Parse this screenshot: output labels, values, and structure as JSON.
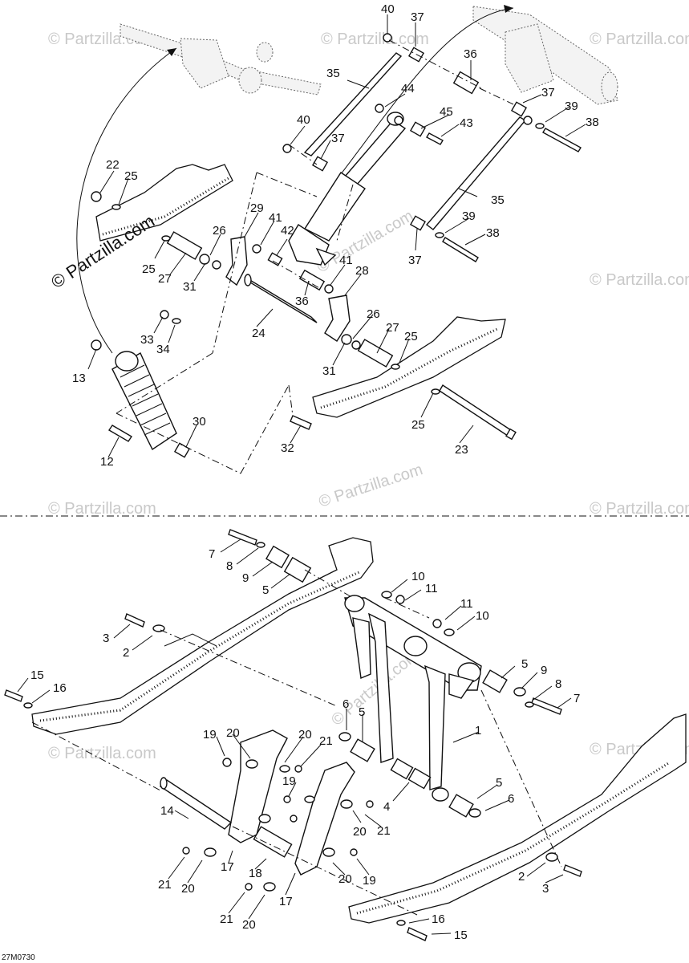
{
  "watermark": "© Partzilla.com",
  "brand": "© Partzilla.com",
  "drawing_code": "27M0730",
  "callouts": [
    {
      "id": "c-40a",
      "text": "40"
    },
    {
      "id": "c-37a",
      "text": "37"
    },
    {
      "id": "c-36",
      "text": "36"
    },
    {
      "id": "c-35a",
      "text": "35"
    },
    {
      "id": "c-44",
      "text": "44"
    },
    {
      "id": "c-37b",
      "text": "37"
    },
    {
      "id": "c-39a",
      "text": "39"
    },
    {
      "id": "c-38a",
      "text": "38"
    },
    {
      "id": "c-45",
      "text": "45"
    },
    {
      "id": "c-43",
      "text": "43"
    },
    {
      "id": "c-40b",
      "text": "40"
    },
    {
      "id": "c-37c",
      "text": "37"
    },
    {
      "id": "c-22",
      "text": "22"
    },
    {
      "id": "c-25a",
      "text": "25"
    },
    {
      "id": "c-35b",
      "text": "35"
    },
    {
      "id": "c-29",
      "text": "29"
    },
    {
      "id": "c-41a",
      "text": "41"
    },
    {
      "id": "c-26a",
      "text": "26"
    },
    {
      "id": "c-42",
      "text": "42"
    },
    {
      "id": "c-39b",
      "text": "39"
    },
    {
      "id": "c-38b",
      "text": "38"
    },
    {
      "id": "c-25b",
      "text": "25"
    },
    {
      "id": "c-27a",
      "text": "27"
    },
    {
      "id": "c-31a",
      "text": "31"
    },
    {
      "id": "c-37d",
      "text": "37"
    },
    {
      "id": "c-41b",
      "text": "41"
    },
    {
      "id": "c-28",
      "text": "28"
    },
    {
      "id": "c-36b",
      "text": "36"
    },
    {
      "id": "c-33",
      "text": "33"
    },
    {
      "id": "c-34",
      "text": "34"
    },
    {
      "id": "c-24",
      "text": "24"
    },
    {
      "id": "c-26b",
      "text": "26"
    },
    {
      "id": "c-27b",
      "text": "27"
    },
    {
      "id": "c-25c",
      "text": "25"
    },
    {
      "id": "c-13",
      "text": "13"
    },
    {
      "id": "c-31b",
      "text": "31"
    },
    {
      "id": "c-25d",
      "text": "25"
    },
    {
      "id": "c-30",
      "text": "30"
    },
    {
      "id": "c-23",
      "text": "23"
    },
    {
      "id": "c-32",
      "text": "32"
    },
    {
      "id": "c-12",
      "text": "12"
    },
    {
      "id": "c-7a",
      "text": "7"
    },
    {
      "id": "c-8a",
      "text": "8"
    },
    {
      "id": "c-9a",
      "text": "9"
    },
    {
      "id": "c-5a",
      "text": "5"
    },
    {
      "id": "c-10a",
      "text": "10"
    },
    {
      "id": "c-11a",
      "text": "11"
    },
    {
      "id": "c-11b",
      "text": "11"
    },
    {
      "id": "c-10b",
      "text": "10"
    },
    {
      "id": "c-3a",
      "text": "3"
    },
    {
      "id": "c-2a",
      "text": "2"
    },
    {
      "id": "c-15a",
      "text": "15"
    },
    {
      "id": "c-16a",
      "text": "16"
    },
    {
      "id": "c-5b",
      "text": "5"
    },
    {
      "id": "c-9b",
      "text": "9"
    },
    {
      "id": "c-8b",
      "text": "8"
    },
    {
      "id": "c-7b",
      "text": "7"
    },
    {
      "id": "c-6a",
      "text": "6"
    },
    {
      "id": "c-5c",
      "text": "5"
    },
    {
      "id": "c-1",
      "text": "1"
    },
    {
      "id": "c-19a",
      "text": "19"
    },
    {
      "id": "c-20a",
      "text": "20"
    },
    {
      "id": "c-20b",
      "text": "20"
    },
    {
      "id": "c-21a",
      "text": "21"
    },
    {
      "id": "c-19b",
      "text": "19"
    },
    {
      "id": "c-4",
      "text": "4"
    },
    {
      "id": "c-5d",
      "text": "5"
    },
    {
      "id": "c-6b",
      "text": "6"
    },
    {
      "id": "c-14",
      "text": "14"
    },
    {
      "id": "c-20c",
      "text": "20"
    },
    {
      "id": "c-21b",
      "text": "21"
    },
    {
      "id": "c-17a",
      "text": "17"
    },
    {
      "id": "c-18",
      "text": "18"
    },
    {
      "id": "c-20d",
      "text": "20"
    },
    {
      "id": "c-19c",
      "text": "19"
    },
    {
      "id": "c-21c",
      "text": "21"
    },
    {
      "id": "c-20e",
      "text": "20"
    },
    {
      "id": "c-2b",
      "text": "2"
    },
    {
      "id": "c-3b",
      "text": "3"
    },
    {
      "id": "c-17b",
      "text": "17"
    },
    {
      "id": "c-21d",
      "text": "21"
    },
    {
      "id": "c-20f",
      "text": "20"
    },
    {
      "id": "c-16b",
      "text": "16"
    },
    {
      "id": "c-15b",
      "text": "15"
    }
  ]
}
